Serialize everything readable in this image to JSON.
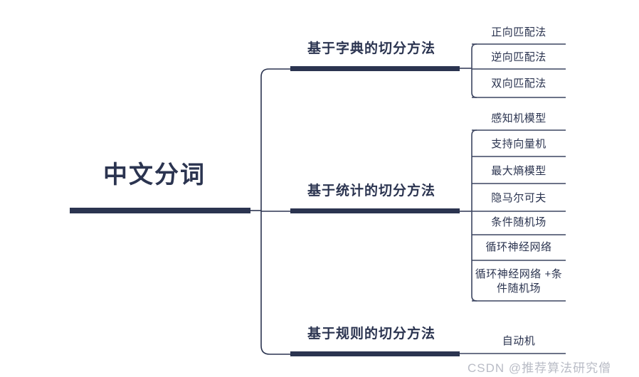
{
  "meta": {
    "title": "中文分词",
    "accent_color": "#2b3450",
    "leaf_line_color": "#3c4560",
    "background": "#ffffff"
  },
  "root": {
    "label": "中文分词"
  },
  "branches": [
    {
      "id": "dictionary",
      "label": "基于字典的切分方法",
      "leaves": [
        {
          "label": "正向匹配法"
        },
        {
          "label": "逆向匹配法"
        },
        {
          "label": "双向匹配法"
        }
      ]
    },
    {
      "id": "statistical",
      "label": "基于统计的切分方法",
      "leaves": [
        {
          "label": "感知机模型"
        },
        {
          "label": "支持向量机"
        },
        {
          "label": "最大熵模型"
        },
        {
          "label": "隐马尔可夫"
        },
        {
          "label": "条件随机场"
        },
        {
          "label": "循环神经网络"
        },
        {
          "label": "循环神经网络\n+条件随机场"
        }
      ]
    },
    {
      "id": "rule",
      "label": "基于规则的切分方法",
      "leaves": [
        {
          "label": "自动机"
        }
      ]
    }
  ],
  "watermark": {
    "text": "CSDN @推荐算法研究僧"
  }
}
